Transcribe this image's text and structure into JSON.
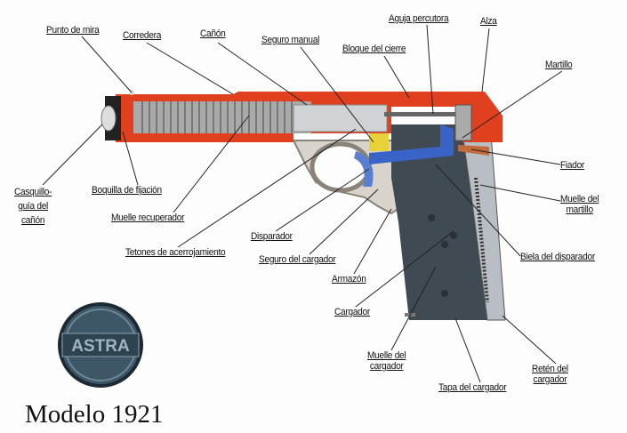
{
  "title": "Modelo 1921",
  "logo": {
    "text": "ASTRA"
  },
  "labels": {
    "punto_de_mira": "Punto de mira",
    "corredera": "Corredera",
    "canon": "Cañón",
    "seguro_manual": "Seguro manual",
    "bloque_del_cierre": "Bloque del cierre",
    "aguja_percutora": "Aguja percutora",
    "alza": "Alza",
    "martillo": "Martillo",
    "fiador": "Fiador",
    "muelle_del_martillo": [
      "Muelle del",
      "martillo"
    ],
    "biela_del_disparador": "Biela del disparador",
    "casquillo": [
      "Casquillo-",
      "guía del",
      "cañón"
    ],
    "boquilla_de_fijacion": "Boquilla de fijación",
    "muelle_recuperador": "Muelle recuperador",
    "tetones": "Tetones de acerrojamiento",
    "disparador": "Disparador",
    "seguro_del_cargador": "Seguro del cargador",
    "armazon": "Armazón",
    "cargador": "Cargador",
    "muelle_del_cargador": [
      "Muelle del",
      "cargador"
    ],
    "tapa_del_cargador": "Tapa del cargador",
    "reten_del_cargador": [
      "Retén del",
      "cargador"
    ]
  },
  "colors": {
    "slide": "#e0401e",
    "grip": "#3f4a52",
    "blue": "#3a63c8",
    "frame": "#9a9a9a"
  }
}
